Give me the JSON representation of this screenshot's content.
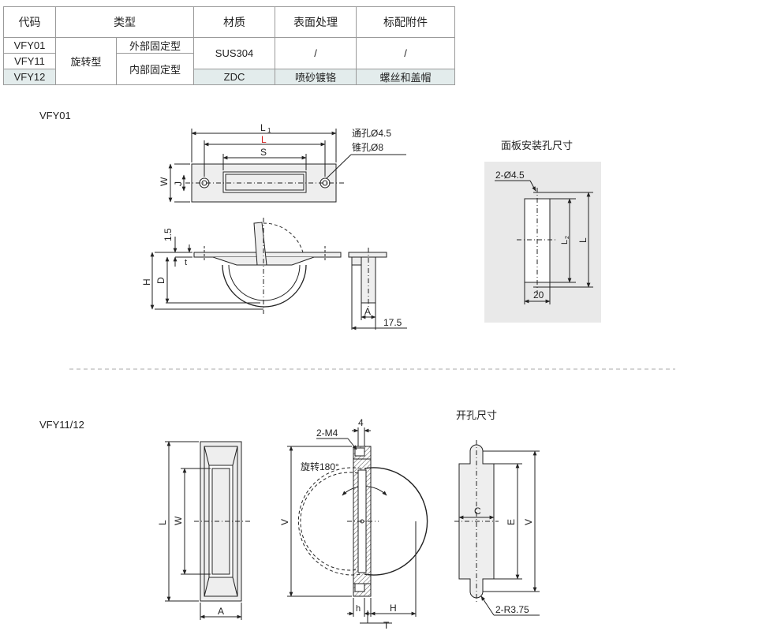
{
  "table": {
    "headers": [
      "代码",
      "类型",
      "材质",
      "表面处理",
      "标配附件"
    ],
    "codes": [
      "VFY01",
      "VFY11",
      "VFY12"
    ],
    "type_main": "旋转型",
    "type_sub": [
      "外部固定型",
      "内部固定型"
    ],
    "material": [
      "SUS304",
      "ZDC"
    ],
    "surface": [
      "/",
      "喷砂镀铬"
    ],
    "accessory": [
      "/",
      "螺丝和盖帽"
    ]
  },
  "section1": {
    "title": "VFY01",
    "dims": {
      "L1": "L",
      "L1_sub": "1",
      "L": "L",
      "S": "S",
      "W": "W",
      "J": "J",
      "hole_through": "通孔Ø4.5",
      "hole_cone": "锥孔Ø8",
      "d15": "1.5",
      "t": "t",
      "H": "H",
      "D": "D",
      "A": "A",
      "d175": "17.5"
    },
    "panel": {
      "title": "面板安装孔尺寸",
      "hole": "2-Ø4.5",
      "L2": "L",
      "L2_sub": "2",
      "L": "L",
      "w20": "20"
    }
  },
  "section2": {
    "title": "VFY11/12",
    "dims": {
      "L": "L",
      "W": "W",
      "A": "A",
      "V": "V",
      "m4": "2-M4",
      "four": "4",
      "rotate": "旋转180°",
      "h": "h",
      "H": "H",
      "T": "T"
    },
    "cutout": {
      "title": "开孔尺寸",
      "C": "C",
      "E": "E",
      "V": "V",
      "radius": "2-R3.75"
    }
  }
}
